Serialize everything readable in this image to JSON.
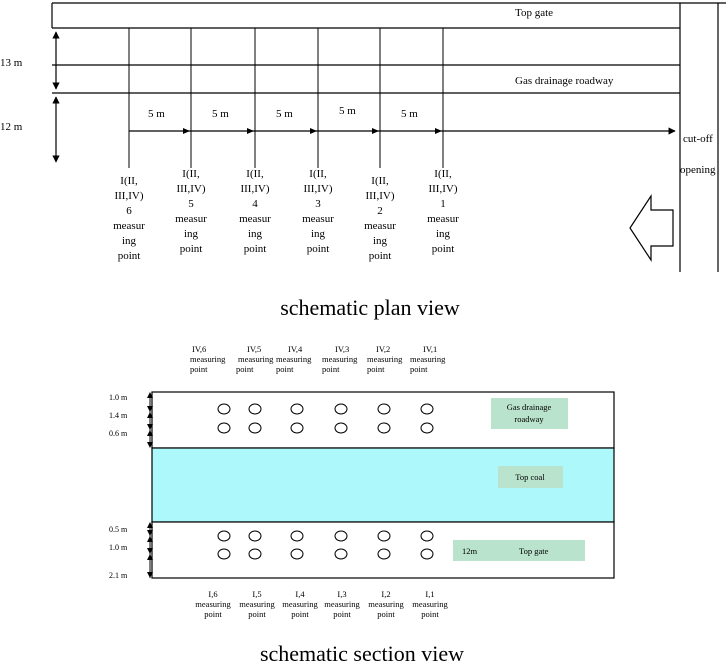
{
  "plan": {
    "labels": {
      "top_gate": "Top gate",
      "gas_drainage_roadway": "Gas drainage roadway",
      "cut_off": "cut-off",
      "opening": "opening",
      "dim_13m": "13 m",
      "dim_12m": "12 m"
    },
    "spacings": [
      "5 m",
      "5 m",
      "5 m",
      "5 m",
      "5 m"
    ],
    "points": [
      {
        "l1": "I(II,",
        "l2": "III,IV)",
        "num": "6",
        "m1": "measur",
        "m2": "ing",
        "m3": "point"
      },
      {
        "l1": "I(II,",
        "l2": "III,IV)",
        "num": "5",
        "m1": "measur",
        "m2": "ing",
        "m3": "point"
      },
      {
        "l1": "I(II,",
        "l2": "III,IV)",
        "num": "4",
        "m1": "measur",
        "m2": "ing",
        "m3": "point"
      },
      {
        "l1": "I(II,",
        "l2": "III,IV)",
        "num": "3",
        "m1": "measur",
        "m2": "ing",
        "m3": "point"
      },
      {
        "l1": "I(II,",
        "l2": "III,IV)",
        "num": "2",
        "m1": "measur",
        "m2": "ing",
        "m3": "point"
      },
      {
        "l1": "I(II,",
        "l2": "III,IV)",
        "num": "1",
        "m1": "measur",
        "m2": "ing",
        "m3": "point"
      }
    ],
    "caption": "schematic plan view"
  },
  "section": {
    "top_points": [
      {
        "a": "IV,6",
        "b": "measuring",
        "c": "point"
      },
      {
        "a": "IV,5",
        "b": "measuring",
        "c": "point"
      },
      {
        "a": "IV,4",
        "b": "measuring",
        "c": "point"
      },
      {
        "a": "IV,3",
        "b": "measuring",
        "c": "point"
      },
      {
        "a": "IV,2",
        "b": "measuring",
        "c": "point"
      },
      {
        "a": "IV,1",
        "b": "measuring",
        "c": "point"
      }
    ],
    "bottom_points": [
      {
        "a": "I,6",
        "b": "measuring",
        "c": "point"
      },
      {
        "a": "I,5",
        "b": "measuring",
        "c": "point"
      },
      {
        "a": "I,4",
        "b": "measuring",
        "c": "point"
      },
      {
        "a": "I,3",
        "b": "measuring",
        "c": "point"
      },
      {
        "a": "I,2",
        "b": "measuring",
        "c": "point"
      },
      {
        "a": "I,1",
        "b": "measuring",
        "c": "point"
      }
    ],
    "labels": {
      "gas_drainage_1": "Gas drainage",
      "gas_drainage_2": "roadway",
      "top_coal": "Top coal",
      "width_12m": "12m",
      "top_gate": "Top gate"
    },
    "dims_top": [
      "1.0 m",
      "1.4 m",
      "0.6 m"
    ],
    "dims_bottom": [
      "0.5 m",
      "1.0 m",
      "2.1 m"
    ],
    "caption": "schematic section view",
    "colors": {
      "top_coal": "#adf8fb",
      "label_box": "#b9e3cc"
    }
  }
}
